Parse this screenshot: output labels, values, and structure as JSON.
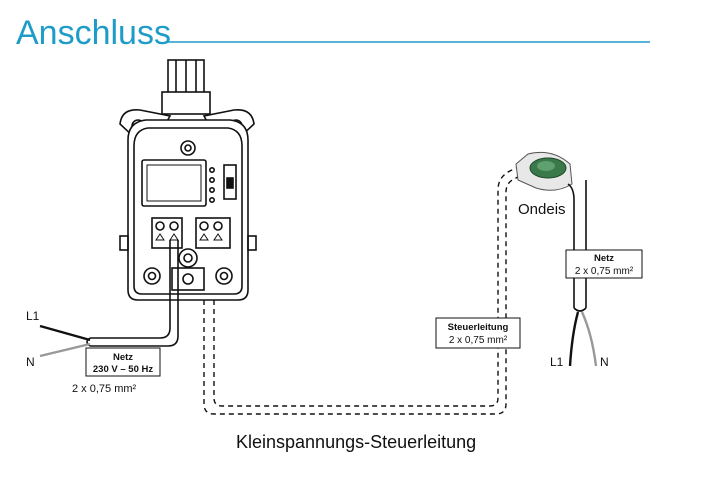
{
  "title": "Anschluss",
  "colors": {
    "title": "#1e9cc8",
    "line": "#111111",
    "module_green": "#3a7a4a"
  },
  "device": {
    "supply_label": {
      "line1": "Netz",
      "line2": "230 V – 50 Hz",
      "spec": "2 x 0,75 mm²"
    },
    "wires": {
      "l1": "L1",
      "n": "N"
    }
  },
  "control_cable": {
    "label": "Steuerleitung",
    "spec": "2 x 0,75 mm²",
    "caption": "Kleinspannungs-Steuerleitung"
  },
  "ondeis": {
    "name": "Ondeis",
    "supply_label": {
      "line1": "Netz",
      "spec": "2 x 0,75 mm²"
    },
    "wires": {
      "l1": "L1",
      "n": "N"
    }
  },
  "icons": [
    "control-module-icon"
  ]
}
